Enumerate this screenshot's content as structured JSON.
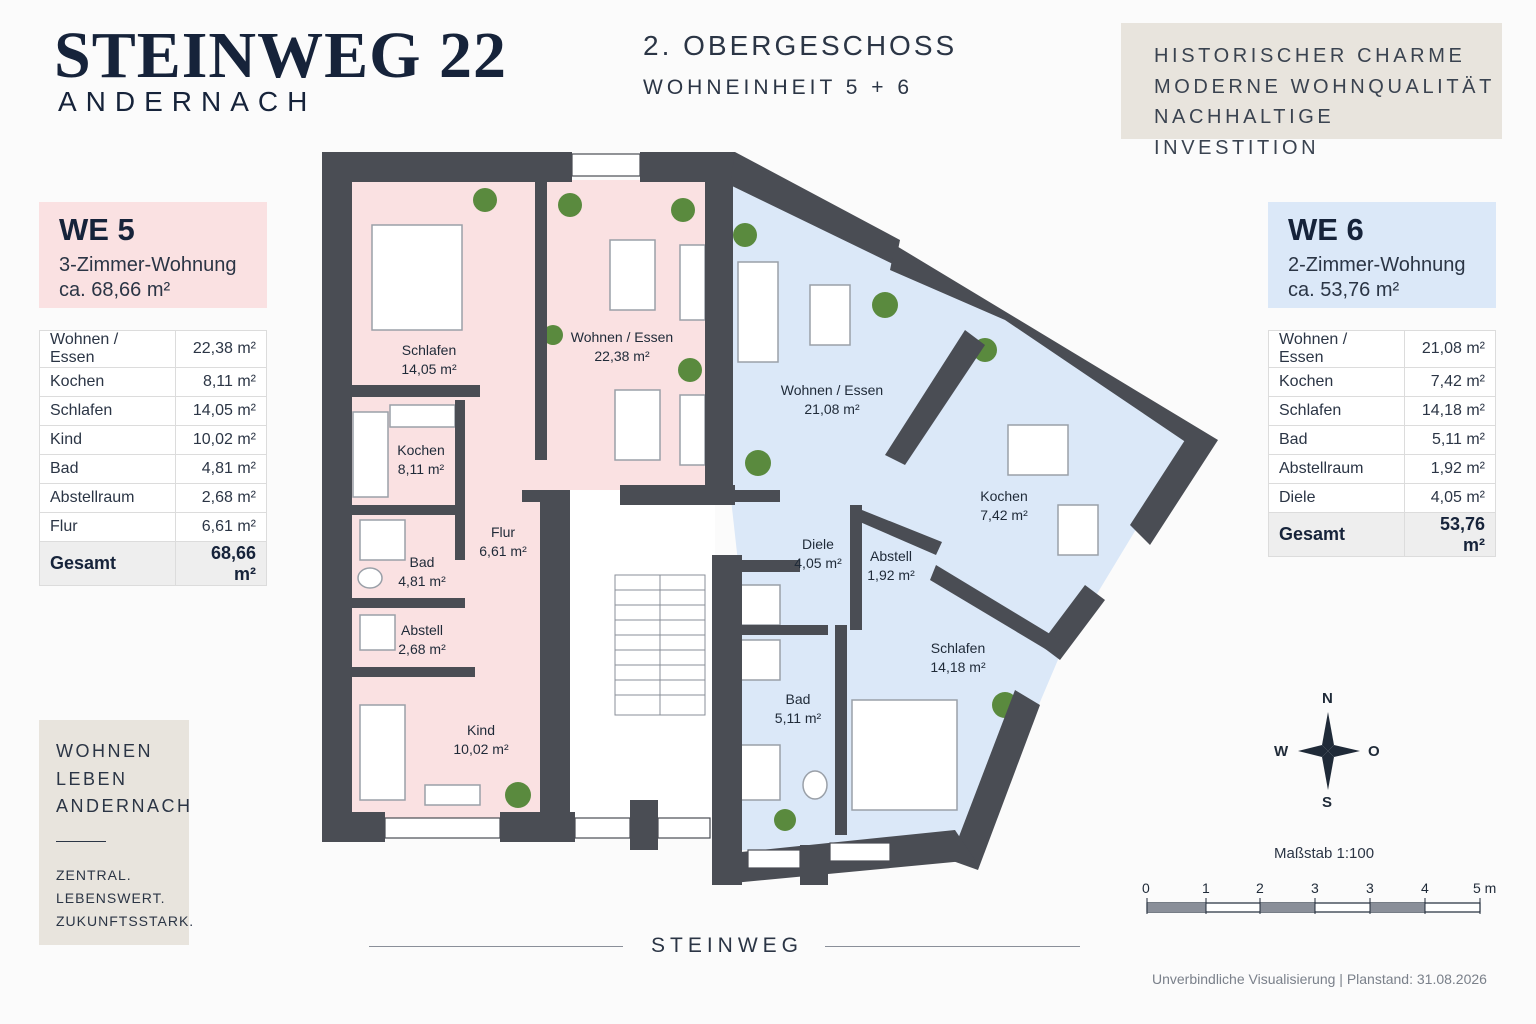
{
  "header": {
    "project": "STEINWEG 22",
    "city": "ANDERNACH",
    "floor": "2. OBERGESCHOSS",
    "units": "WOHNEINHEIT 5 + 6"
  },
  "taglines": [
    "HISTORISCHER CHARME",
    "MODERNE WOHNQUALITÄT",
    "NACHHALTIGE INVESTITION"
  ],
  "colors": {
    "we5": "#fae1e2",
    "we6": "#dbe8f8",
    "wall": "#4a4d54",
    "navy": "#16233a"
  },
  "we5": {
    "name": "WE 5",
    "type": "3-Zimmer-Wohnung",
    "area": "ca. 68,66 m²",
    "rooms": [
      {
        "name": "Wohnen / Essen",
        "area": "22,38 m²"
      },
      {
        "name": "Kochen",
        "area": "8,11 m²"
      },
      {
        "name": "Schlafen",
        "area": "14,05 m²"
      },
      {
        "name": "Kind",
        "area": "10,02 m²"
      },
      {
        "name": "Bad",
        "area": "4,81 m²"
      },
      {
        "name": "Abstellraum",
        "area": "2,68 m²"
      },
      {
        "name": "Flur",
        "area": "6,61 m²"
      }
    ],
    "total_label": "Gesamt",
    "total": "68,66 m²"
  },
  "we6": {
    "name": "WE 6",
    "type": "2-Zimmer-Wohnung",
    "area": "ca. 53,76 m²",
    "rooms": [
      {
        "name": "Wohnen / Essen",
        "area": "21,08 m²"
      },
      {
        "name": "Kochen",
        "area": "7,42 m²"
      },
      {
        "name": "Schlafen",
        "area": "14,18 m²"
      },
      {
        "name": "Bad",
        "area": "5,11 m²"
      },
      {
        "name": "Abstellraum",
        "area": "1,92 m²"
      },
      {
        "name": "Diele",
        "area": "4,05 m²"
      }
    ],
    "total_label": "Gesamt",
    "total": "53,76 m²"
  },
  "plan_labels": {
    "we5_schlafen": {
      "name": "Schlafen",
      "area": "14,05 m²"
    },
    "we5_wohnen": {
      "name": "Wohnen / Essen",
      "area": "22,38 m²"
    },
    "we5_kochen": {
      "name": "Kochen",
      "area": "8,11 m²"
    },
    "we5_flur": {
      "name": "Flur",
      "area": "6,61 m²"
    },
    "we5_bad": {
      "name": "Bad",
      "area": "4,81 m²"
    },
    "we5_abstell": {
      "name": "Abstell",
      "area": "2,68 m²"
    },
    "we5_kind": {
      "name": "Kind",
      "area": "10,02 m²"
    },
    "we6_wohnen": {
      "name": "Wohnen / Essen",
      "area": "21,08 m²"
    },
    "we6_kochen": {
      "name": "Kochen",
      "area": "7,42 m²"
    },
    "we6_diele": {
      "name": "Diele",
      "area": "4,05 m²"
    },
    "we6_abstell": {
      "name": "Abstell",
      "area": "1,92 m²"
    },
    "we6_schlafen": {
      "name": "Schlafen",
      "area": "14,18 m²"
    },
    "we6_bad": {
      "name": "Bad",
      "area": "5,11 m²"
    }
  },
  "slogan": {
    "lines": [
      "WOHNEN",
      "LEBEN",
      "ANDERNACH"
    ],
    "sub": [
      "ZENTRAL.",
      "LEBENSWERT.",
      "ZUKUNFTSSTARK."
    ]
  },
  "compass": {
    "n": "N",
    "s": "S",
    "w": "W",
    "o": "O"
  },
  "scale": {
    "title": "Maßstab 1:100",
    "ticks": [
      "0",
      "1",
      "2",
      "3",
      "3",
      "4",
      "5 m"
    ]
  },
  "street": "STEINWEG",
  "footer": "Unverbindliche Visualisierung | Planstand: 31.08.2026"
}
